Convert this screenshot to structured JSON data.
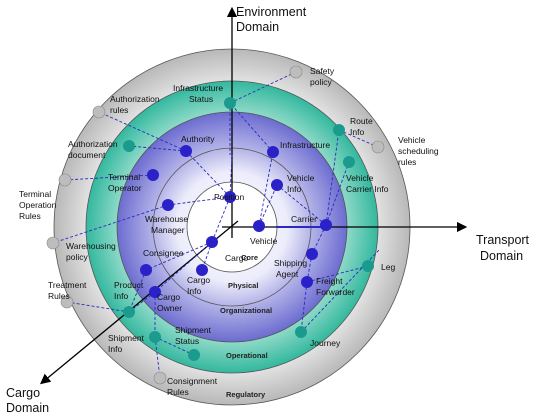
{
  "axes": {
    "environment": [
      "Environment",
      "Domain"
    ],
    "transport": [
      "Transport",
      "Domain"
    ],
    "cargo": [
      "Cargo",
      "Domain"
    ]
  },
  "rings": [
    "Core",
    "Physical",
    "Organizational",
    "Operational",
    "Regulatory"
  ],
  "nodes": {
    "cargo": "Cargo",
    "vehicle": "Vehicle",
    "position": "Position",
    "cargo_info": [
      "Cargo",
      "Info"
    ],
    "vehicle_info": [
      "Vehicle",
      "Info"
    ],
    "consignee": "Consignee",
    "warehouse_manager": [
      "Warehouse",
      "Manager"
    ],
    "carrier": "Carrier",
    "shipping_agent": [
      "Shipping",
      "Agent"
    ],
    "terminal_operator": [
      "Terminal",
      "Operator"
    ],
    "authority": "Authority",
    "infrastructure": "Infrastructure",
    "cargo_owner": [
      "Cargo",
      "Owner"
    ],
    "freight_forwarder": [
      "Freight",
      "Forwarder"
    ],
    "product_info": [
      "Product",
      "Info"
    ],
    "infrastructure_status": [
      "Infrastructure",
      "Status"
    ],
    "route_info": [
      "Route",
      "Info"
    ],
    "vehicle_carrier_info": [
      "Vehicle",
      "Carrier Info"
    ],
    "authorization_document": [
      "Authorization",
      "document"
    ],
    "leg": "Leg",
    "journey": "Journey",
    "shipment_info": [
      "Shipment",
      "Info"
    ],
    "shipment_status": [
      "Shipment",
      "Status"
    ],
    "safety_policy": [
      "Safety",
      "policy"
    ],
    "vehicle_scheduling_rules": [
      "Vehicle",
      "scheduling",
      "rules"
    ],
    "authorization_rules": [
      "Authorization",
      "rules"
    ],
    "terminal_operation_rules": [
      "Terminal",
      "Operation",
      "Rules"
    ],
    "warehousing_policy": [
      "Warehousing",
      "policy"
    ],
    "treatment_rules": [
      "Treatment",
      "Rules"
    ],
    "consignment_rules": [
      "Consignment",
      "Rules"
    ]
  },
  "colors": {
    "core_node": "#2a22c8",
    "operational_node": "#1b9a8e",
    "regulatory_node": "#b8b8b8",
    "link": "#2a2ac0"
  }
}
